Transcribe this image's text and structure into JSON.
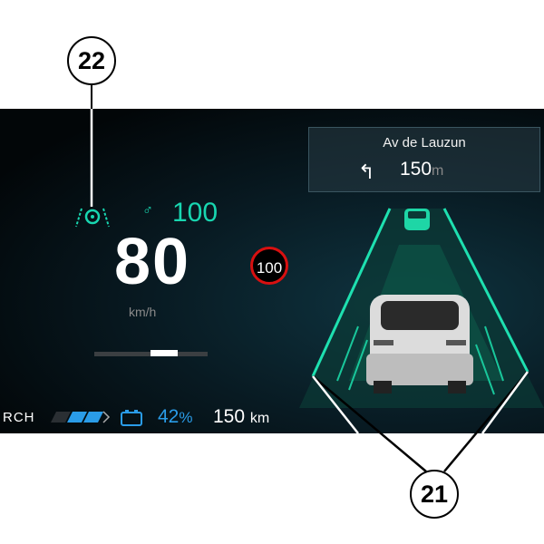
{
  "navigation": {
    "street": "Av de Lauzun",
    "distance": "150",
    "distance_unit": "m",
    "turn_icon": "roundabout-exit-left-icon"
  },
  "cruise": {
    "set_speed": "100",
    "icon": "speed-limiter-icon"
  },
  "speedometer": {
    "speed": "80",
    "unit": "km/h"
  },
  "speed_limit_sign": "100",
  "drive_mode": "RCH",
  "battery": {
    "percent": "42",
    "percent_unit": "%",
    "range": "150",
    "range_unit": "km",
    "icon": "battery-icon"
  },
  "callouts": [
    "22",
    "21"
  ],
  "colors": {
    "accent": "#18d6b0",
    "battery": "#2a9ce8",
    "limit_sign": "#d81010"
  }
}
